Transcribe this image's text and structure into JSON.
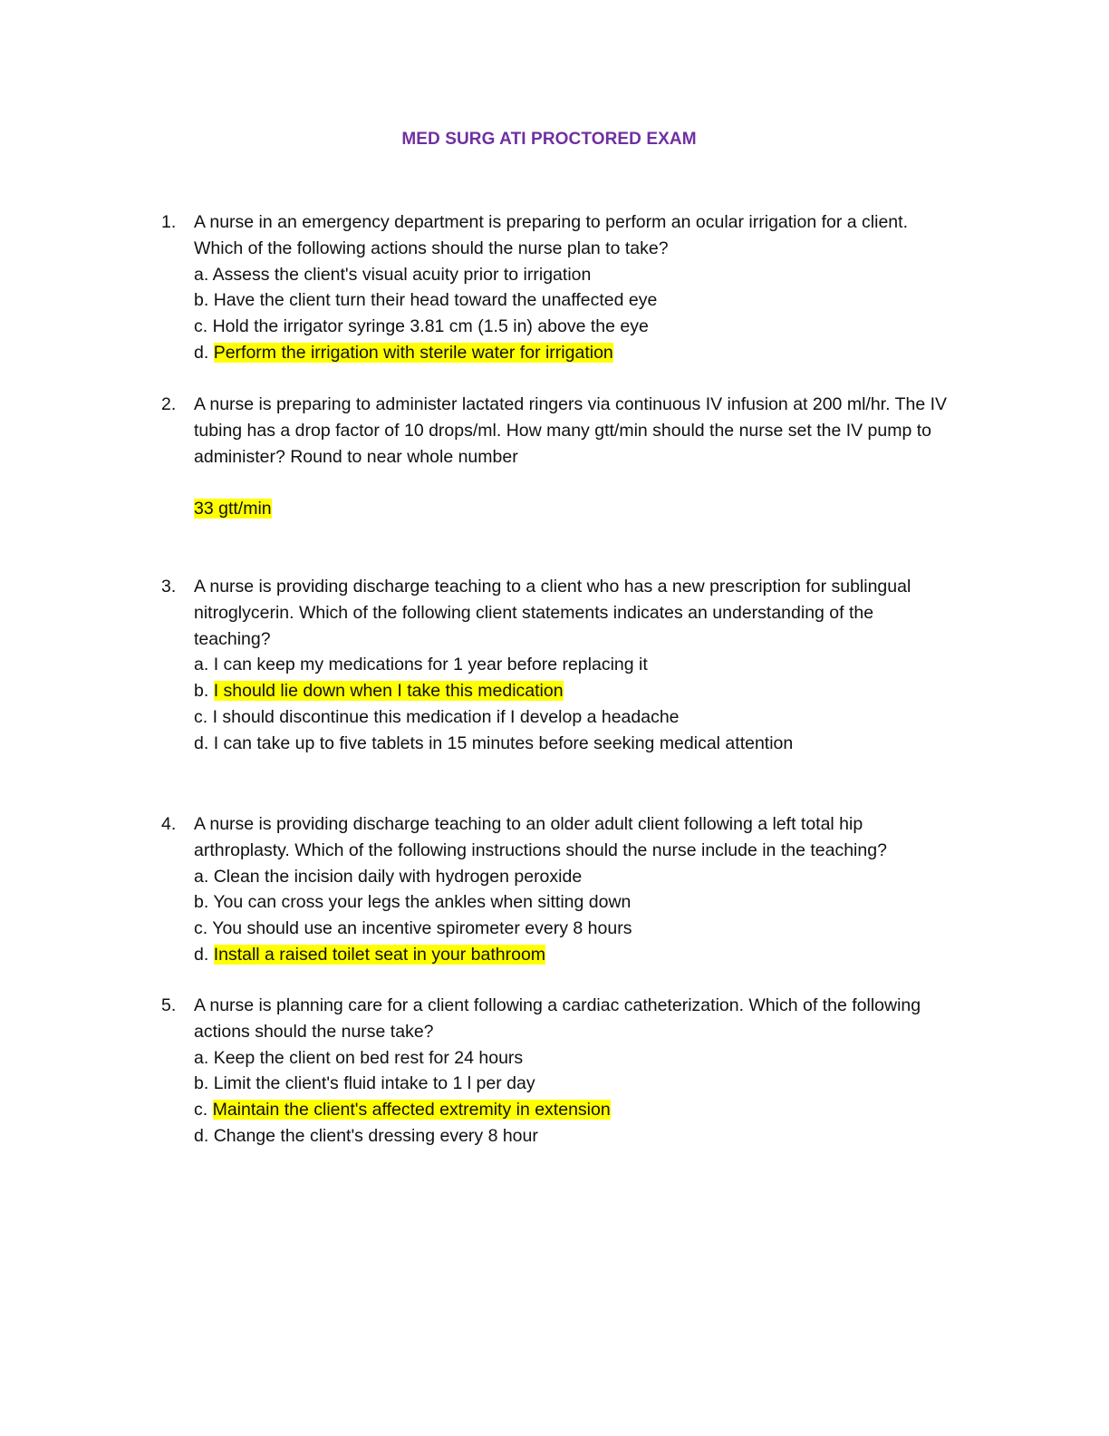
{
  "title": "MED SURG ATI PROCTORED EXAM",
  "questions": [
    {
      "number": "1.",
      "stem": [
        "A nurse in an emergency department is preparing to perform an ocular irrigation for a client.",
        "Which of the following actions should the nurse plan to take?"
      ],
      "options": [
        {
          "letter": "a. ",
          "text": "Assess the client's visual acuity prior to irrigation",
          "highlighted": false
        },
        {
          "letter": "b. ",
          "text": "Have the client turn their head toward the unaffected eye",
          "highlighted": false
        },
        {
          "letter": "c. ",
          "text": "Hold the irrigator syringe 3.81 cm (1.5 in) above the eye",
          "highlighted": false
        },
        {
          "letter": "d. ",
          "text": "Perform the irrigation with sterile water for irrigation",
          "highlighted": true
        }
      ]
    },
    {
      "number": "2.",
      "stem": [
        "A nurse is preparing to administer lactated ringers via continuous IV infusion at 200 ml/hr. The IV",
        "tubing has a drop factor of 10 drops/ml. How many gtt/min should the nurse set the IV pump to",
        "administer? Round to near whole number"
      ],
      "answer": "33 gtt/min"
    },
    {
      "number": "3.",
      "stem": [
        "A nurse is providing discharge teaching to a client who has a new prescription for sublingual",
        "nitroglycerin. Which of the following client statements indicates an understanding of the",
        "teaching?"
      ],
      "options": [
        {
          "letter": "a. ",
          "text": "I can keep my medications for 1 year before replacing it",
          "highlighted": false
        },
        {
          "letter": "b. ",
          "text": "I should lie down when I take this medication",
          "highlighted": true
        },
        {
          "letter": "c. ",
          "text": "I should discontinue this medication if I develop a headache",
          "highlighted": false
        },
        {
          "letter": "d. ",
          "text": "I can take up to five tablets in 15 minutes before seeking medical attention",
          "highlighted": false
        }
      ]
    },
    {
      "number": "4.",
      "stem": [
        "A nurse is providing discharge teaching to an older adult client following a left total hip",
        "arthroplasty. Which of the following instructions should the nurse include in the teaching?"
      ],
      "options": [
        {
          "letter": "a. ",
          "text": "Clean the incision daily with hydrogen peroxide",
          "highlighted": false
        },
        {
          "letter": "b. ",
          "text": "You can cross your legs the ankles when sitting down",
          "highlighted": false
        },
        {
          "letter": "c. ",
          "text": "You should use an incentive spirometer every 8 hours",
          "highlighted": false
        },
        {
          "letter": "d. ",
          "text": "Install a raised toilet seat in your bathroom",
          "highlighted": true
        }
      ]
    },
    {
      "number": "5.",
      "stem": [
        "A nurse is planning care for a client following a cardiac catheterization. Which of the following",
        "actions should the nurse take?"
      ],
      "options": [
        {
          "letter": "a. ",
          "text": "Keep the client on bed rest for 24 hours",
          "highlighted": false
        },
        {
          "letter": "b. ",
          "text": "Limit the client's fluid intake to 1 l per day",
          "highlighted": false
        },
        {
          "letter": "c. ",
          "text": "Maintain the client's affected extremity in extension",
          "highlighted": true
        },
        {
          "letter": "d. ",
          "text": "Change the client's dressing every 8 hour",
          "highlighted": false
        }
      ]
    }
  ]
}
